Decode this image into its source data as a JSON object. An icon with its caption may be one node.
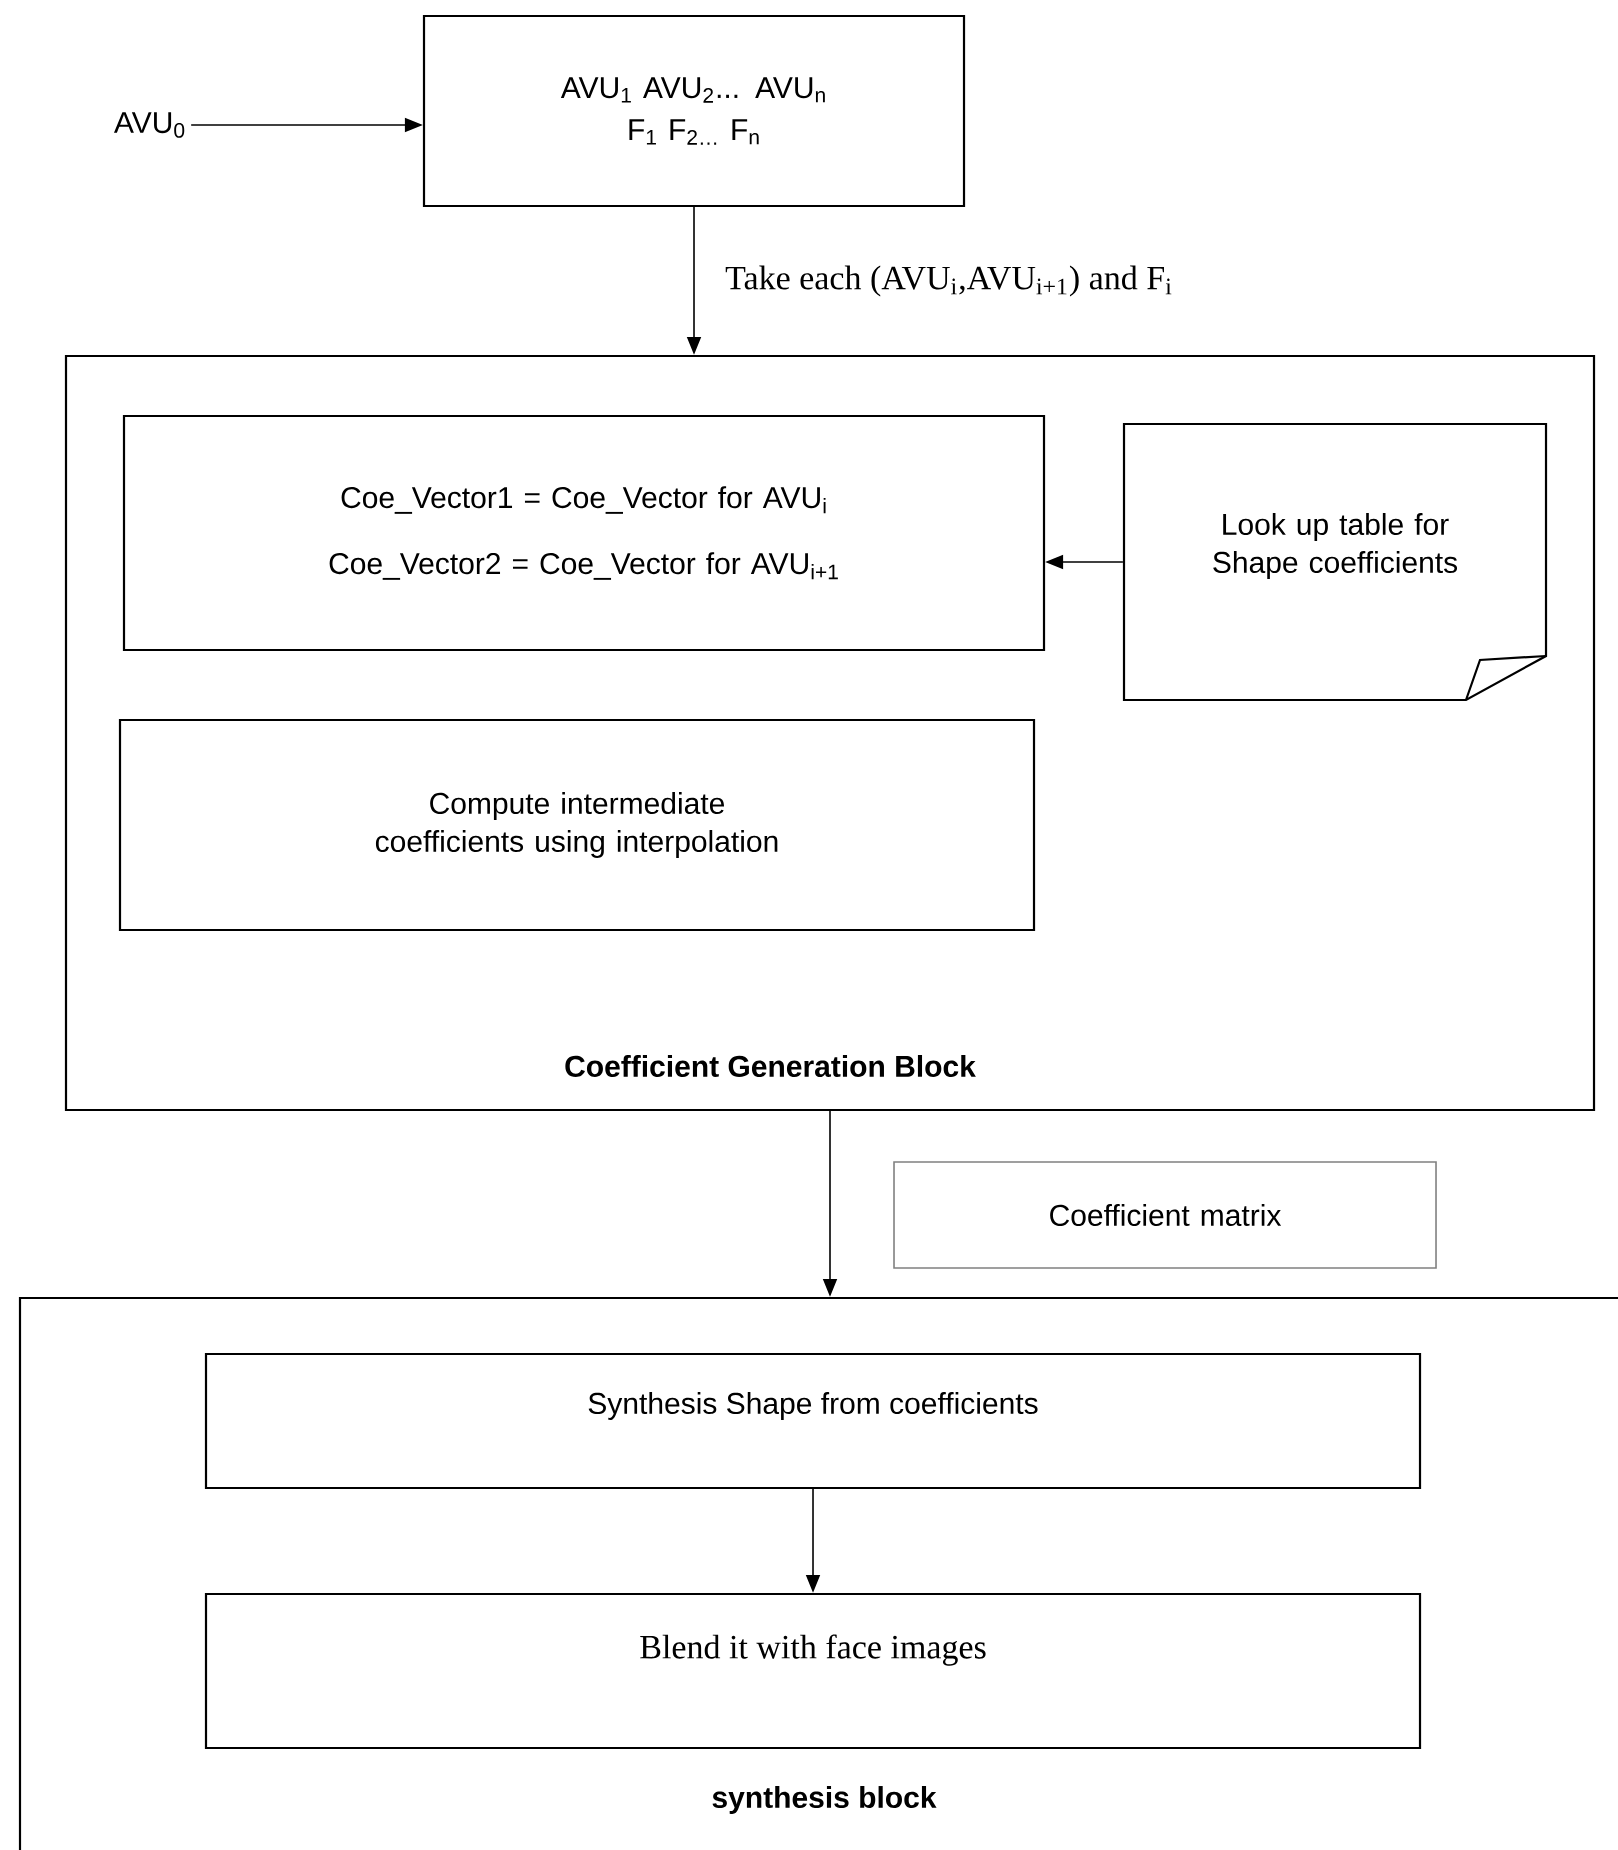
{
  "diagram": {
    "nodes": [
      {
        "text": [
          "AVU$_{0}$"
        ]
      },
      {
        "text": [
          "AVU$_{1}$ AVU$_{2}$... AVU$_{n}$",
          "F$_{1}$ F$_{2…}$ F$_{n}$"
        ]
      },
      {
        "text": [
          "Coefficient Generation Block"
        ]
      },
      {
        "text": [
          "Coe_Vector1 = Coe_Vector for AVU$_{i}$",
          "Coe_Vector2 = Coe_Vector for AVU$_{i+1}$"
        ],
        "in": 2
      },
      {
        "text": [
          "Look up table for Shape coefficients"
        ],
        "in": 2
      },
      {
        "text": [
          "Compute intermediate coefficients using interpolation"
        ],
        "in": 2
      },
      {
        "text": [
          "Coefficient matrix"
        ]
      },
      {
        "text": [
          "synthesis block"
        ]
      },
      {
        "text": [
          "Synthesis Shape from coefficients"
        ],
        "in": 7
      },
      {
        "text": [
          "Blend it with face images"
        ],
        "in": 7
      }
    ],
    "edges": [
      {
        "from": 0,
        "to": 1,
        "arrow": "to"
      },
      {
        "from": 1,
        "to": 2,
        "arrow": "to",
        "label": "Take each (AVU$_{i}$,AVU$_{i+1}$) and F$_{i}$"
      },
      {
        "from": 4,
        "to": 3,
        "arrow": "to"
      },
      {
        "from": 2,
        "to": 7,
        "arrow": "to"
      },
      {
        "from": 8,
        "to": 9,
        "arrow": "to"
      }
    ]
  }
}
